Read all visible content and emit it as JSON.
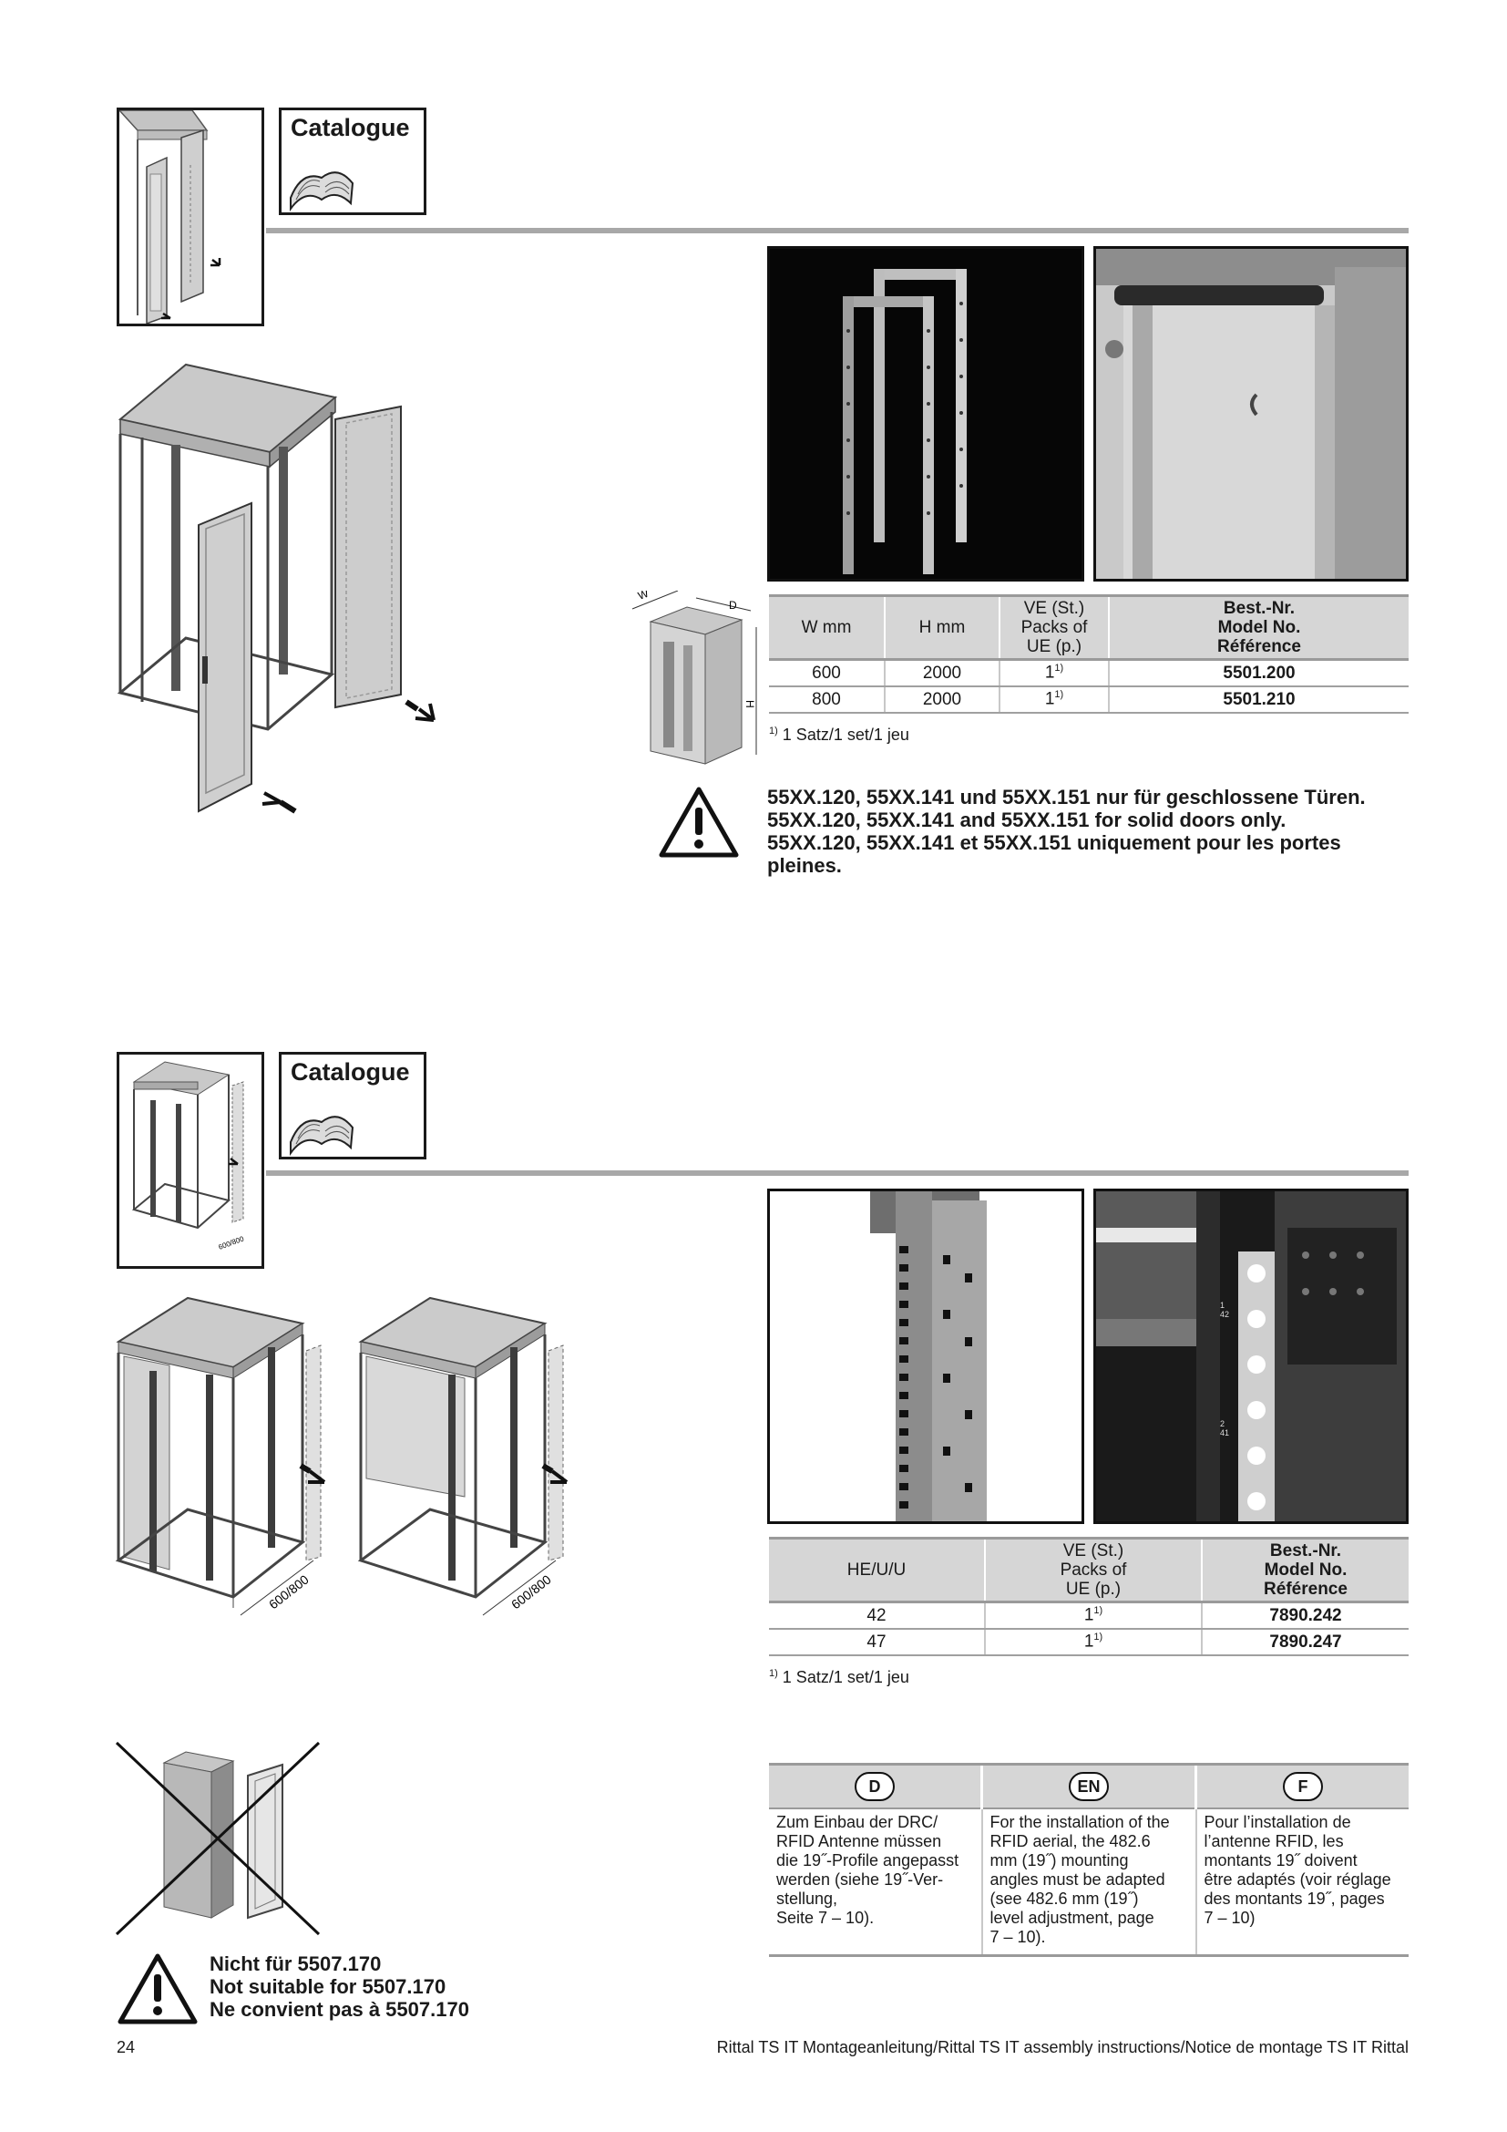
{
  "section1": {
    "catalogue_label": "Catalogue",
    "table": {
      "headers": [
        "W mm",
        "H mm",
        "VE (St.)\nPacks of\nUE (p.)",
        "Best.-Nr.\nModel No.\nRéférence"
      ],
      "rows": [
        [
          "600",
          "2000",
          "1",
          "5501.200"
        ],
        [
          "800",
          "2000",
          "1",
          "5501.210"
        ]
      ],
      "footnote_mark": "1)",
      "footnote_text": "1 Satz/1 set/1 jeu"
    },
    "dimension_labels": {
      "w": "W",
      "d": "D",
      "h": "H"
    },
    "warning_lines": [
      "55XX.120, 55XX.141 und 55XX.151 nur für geschlossene Türen.",
      "55XX.120, 55XX.141 and 55XX.151 for solid doors only.",
      "55XX.120, 55XX.141 et 55XX.151 uniquement pour les portes",
      "pleines."
    ]
  },
  "section2": {
    "catalogue_label": "Catalogue",
    "dim_label": "600/800",
    "table": {
      "headers": [
        "HE/U/U",
        "VE (St.)\nPacks of\nUE (p.)",
        "Best.-Nr.\nModel No.\nRéférence"
      ],
      "rows": [
        [
          "42",
          "1",
          "7890.242"
        ],
        [
          "47",
          "1",
          "7890.247"
        ]
      ],
      "footnote_mark": "1)",
      "footnote_text": "1 Satz/1 set/1 jeu"
    },
    "photo_labels": [
      "1\n42",
      "2\n41"
    ],
    "not_suitable_lines": [
      "Nicht für 5507.170",
      "Not suitable for 5507.170",
      "Ne convient pas à 5507.170"
    ],
    "languages": [
      {
        "code": "D",
        "text": "Zum Einbau der DRC/\nRFID Antenne müssen\ndie 19˝-Profile angepasst\nwerden (siehe 19˝-Ver-\nstellung,\nSeite 7 – 10)."
      },
      {
        "code": "EN",
        "text": "For the installation of the\nRFID aerial, the 482.6\nmm (19˝) mounting\nangles must be adapted\n(see 482.6 mm (19˝)\nlevel adjustment, page\n7 – 10)."
      },
      {
        "code": "F",
        "text": "Pour l’installation de\nl’antenne RFID, les\nmontants 19˝ doivent\nêtre adaptés (voir réglage\ndes montants 19˝, pages\n7 – 10)"
      }
    ]
  },
  "footer": {
    "page_number": "24",
    "doc_title": "Rittal TS IT Montageanleitung/Rittal TS IT assembly instructions/Notice de montage TS IT Rittal"
  },
  "icons": [
    "cabinet-thumbnail-icon",
    "catalogue-book-icon",
    "warning-triangle-icon",
    "push-arrow-icon",
    "crossed-out-icon"
  ]
}
